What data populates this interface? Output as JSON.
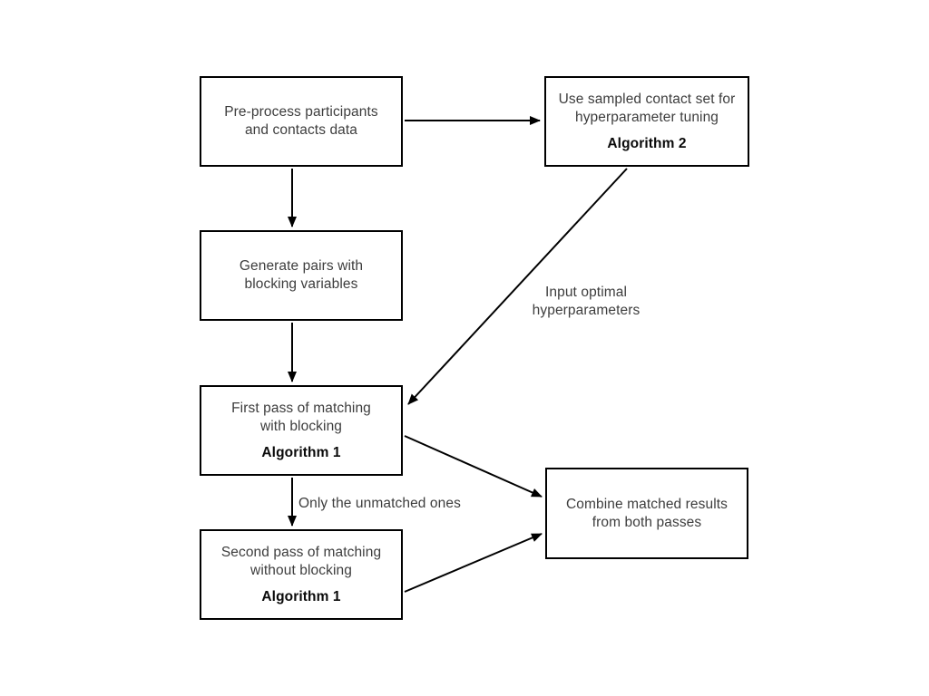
{
  "diagram": {
    "nodes": [
      {
        "id": "preprocess",
        "line1": "Pre-process participants",
        "line2": "and contacts data"
      },
      {
        "id": "tuning",
        "line1": "Use sampled contact set for",
        "line2": "hyperparameter tuning",
        "algorithm": "Algorithm 2"
      },
      {
        "id": "generate",
        "line1": "Generate pairs with",
        "line2": "blocking variables"
      },
      {
        "id": "firstpass",
        "line1": "First pass of matching",
        "line2": "with blocking",
        "algorithm": "Algorithm 1"
      },
      {
        "id": "secondpass",
        "line1": "Second pass of matching",
        "line2": "without blocking",
        "algorithm": "Algorithm 1"
      },
      {
        "id": "combine",
        "line1": "Combine matched results",
        "line2": "from both passes"
      }
    ],
    "edge_labels": {
      "hyperparams_line1": "Input optimal",
      "hyperparams_line2": "hyperparameters",
      "unmatched": "Only the unmatched ones"
    },
    "colors": {
      "node_border": "#000000",
      "node_fill": "#ffffff",
      "text": "#3d3d3d",
      "bold_text": "#0a0a0a",
      "arrow": "#000000",
      "background": "#ffffff"
    }
  }
}
